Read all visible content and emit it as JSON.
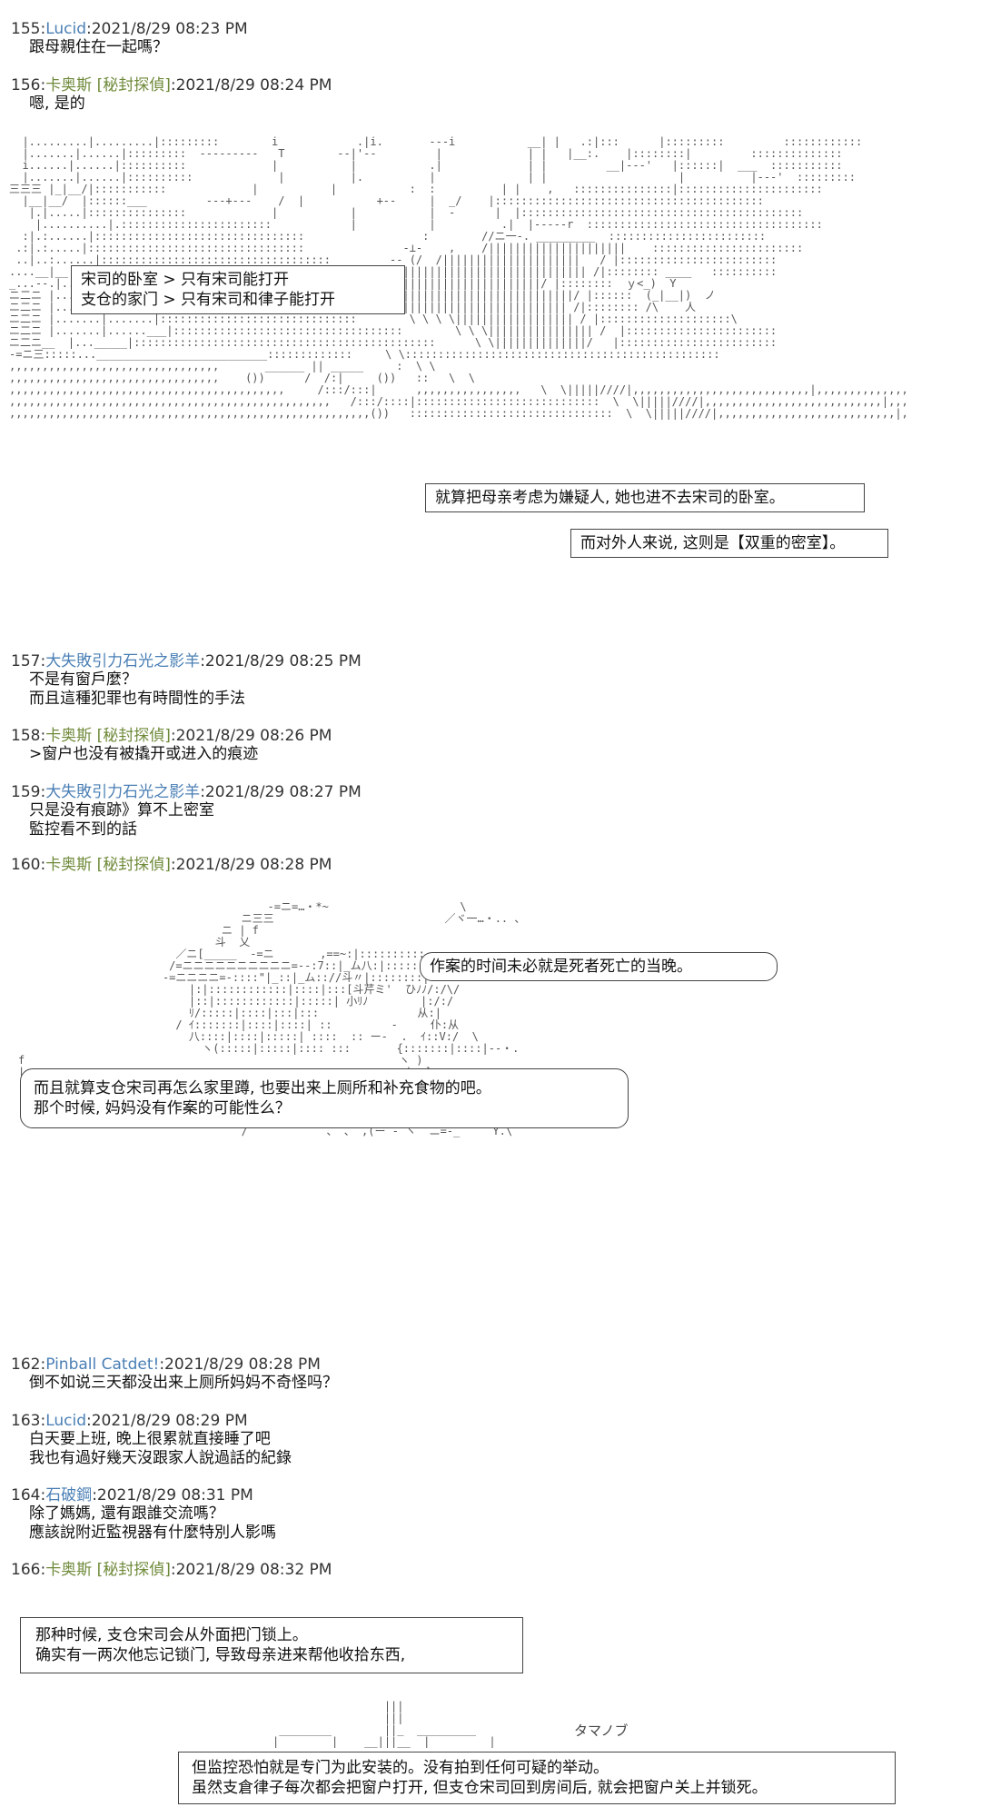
{
  "posts": [
    {
      "num": "155:",
      "name": "Lucid",
      "ts": ":2021/8/29 08:23 PM",
      "lines": [
        "跟母親住在一起嗎？"
      ]
    },
    {
      "num": "156:",
      "name": "卡奥斯 [秘封探偵]",
      "ts": ":2021/8/29 08:24 PM",
      "lines": [
        "嗯, 是的"
      ]
    },
    {
      "num": "157:",
      "name": "大失敗引力石光之影羊",
      "ts": ":2021/8/29 08:25 PM",
      "lines": [
        "不是有窗戶麼？",
        "而且這種犯罪也有時間性的手法"
      ]
    },
    {
      "num": "158:",
      "name": "卡奥斯 [秘封探偵]",
      "ts": ":2021/8/29 08:26 PM",
      "lines": [
        ">窗户也没有被撬开或进入的痕迹"
      ]
    },
    {
      "num": "159:",
      "name": "大失敗引力石光之影羊",
      "ts": ":2021/8/29 08:27 PM",
      "lines": [
        "只是没有痕跡》算不上密室",
        "監控看不到的話"
      ]
    },
    {
      "num": "160:",
      "name": "卡奥斯 [秘封探偵]",
      "ts": ":2021/8/29 08:28 PM",
      "lines": []
    },
    {
      "num": "162:",
      "name": "Pinball Catdet!",
      "ts": ":2021/8/29 08:28 PM",
      "lines": [
        "倒不如说三天都没出来上厕所妈妈不奇怪吗？"
      ]
    },
    {
      "num": "163:",
      "name": "Lucid",
      "ts": ":2021/8/29 08:29 PM",
      "lines": [
        "白天要上班, 晚上很累就直接睡了吧",
        "我也有過好幾天沒跟家人說過話的紀錄"
      ]
    },
    {
      "num": "164:",
      "name": "石破鋼",
      "ts": ":2021/8/29 08:31 PM",
      "lines": [
        "除了媽媽, 還有跟誰交流嗎？",
        "應該說附近監視器有什麼特別人影嗎"
      ]
    },
    {
      "num": "166:",
      "name": "卡奥斯 [秘封探偵]",
      "ts": ":2021/8/29 08:32 PM",
      "lines": []
    }
  ],
  "scene1": {
    "box1": [
      "宋司的卧室 > 只有宋司能打开",
      "支仓的家门 > 只有宋司和律子能打开"
    ],
    "box2": "就算把母亲考虑为嫌疑人, 她也进不去宋司的卧室。",
    "box3": "而对外人来说, 这则是【双重的密室】。"
  },
  "scene2": {
    "bubble1": "作案的时间未必就是死者死亡的当晚。",
    "bubble2": [
      "而且就算支仓宋司再怎么家里蹲, 也要出来上厕所和补充食物的吧。",
      "那个时候, 妈妈没有作案的可能性么？"
    ]
  },
  "scene3": {
    "box1": [
      "那种时候, 支仓宋司会从外面把门锁上。",
      "确实有一两次他忘记锁门, 导致母亲进来帮他收拾东西,"
    ],
    "label": "タマノブ",
    "box2": [
      "但监控恐怕就是专门为此安装的。没有拍到任何可疑的举动。",
      "虽然支倉律子每次都会把窗户打开, 但支仓宋司回到房间后, 就会把窗户关上并锁死。"
    ]
  },
  "colors": {
    "name_blue": "#4a7fb5",
    "name_green": "#6f8a3a",
    "text": "#111111"
  }
}
